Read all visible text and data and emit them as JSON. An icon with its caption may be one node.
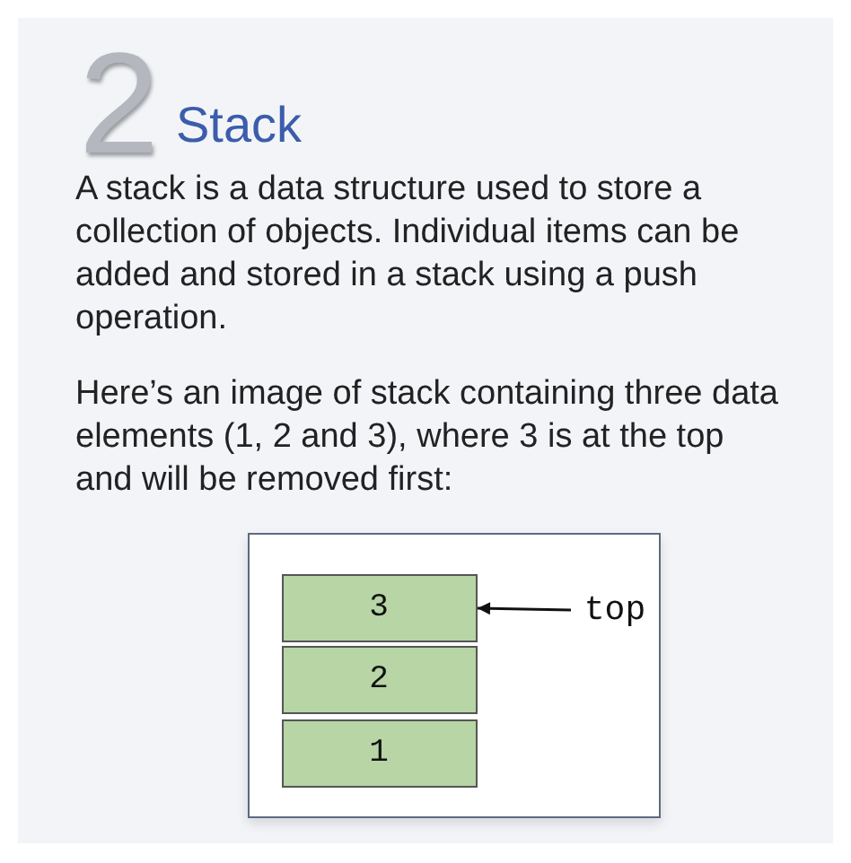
{
  "diagram": {
    "title": "Stack",
    "nodes": [
      {
        "text": [],
        "shape": "box"
      },
      {
        "text": [
          "3"
        ],
        "in": 0
      },
      {
        "text": [
          "2"
        ],
        "in": 0
      },
      {
        "text": [
          "1"
        ],
        "in": 0
      },
      {
        "text": [
          "top"
        ],
        "in": 0
      }
    ],
    "edges": [
      {
        "from": 4,
        "to": 1,
        "arrow": "to"
      }
    ],
    "labels": [
      "2",
      "A stack is a data structure used to store a collection of objects. Individual items can be added and stored in a stack using a push operation.",
      "Here’s an image of stack containing three data elements (1, 2 and 3), where 3 is at the top and will be removed first:"
    ]
  }
}
